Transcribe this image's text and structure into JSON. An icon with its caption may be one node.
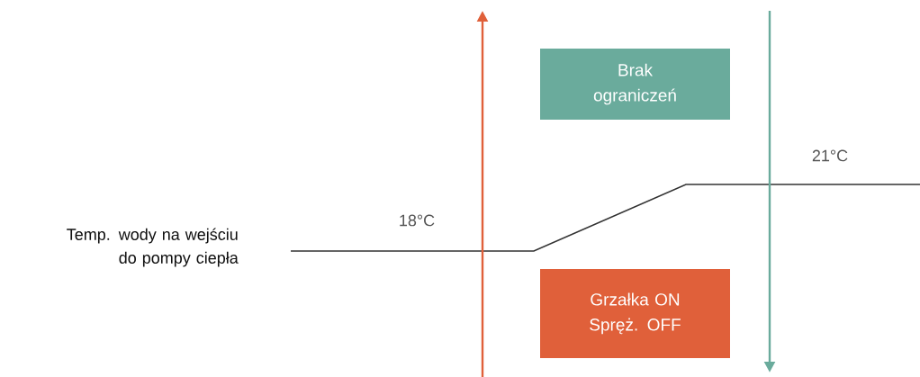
{
  "diagram": {
    "nodes": [
      {
        "text": [
          "Brak ograniczeń"
        ]
      },
      {
        "text": [
          "Grzałka ON",
          "Spręż. OFF"
        ]
      }
    ],
    "labels": [
      "Temp. wody na wejściu do pompy ciepła",
      "18°C",
      "21°C"
    ]
  }
}
